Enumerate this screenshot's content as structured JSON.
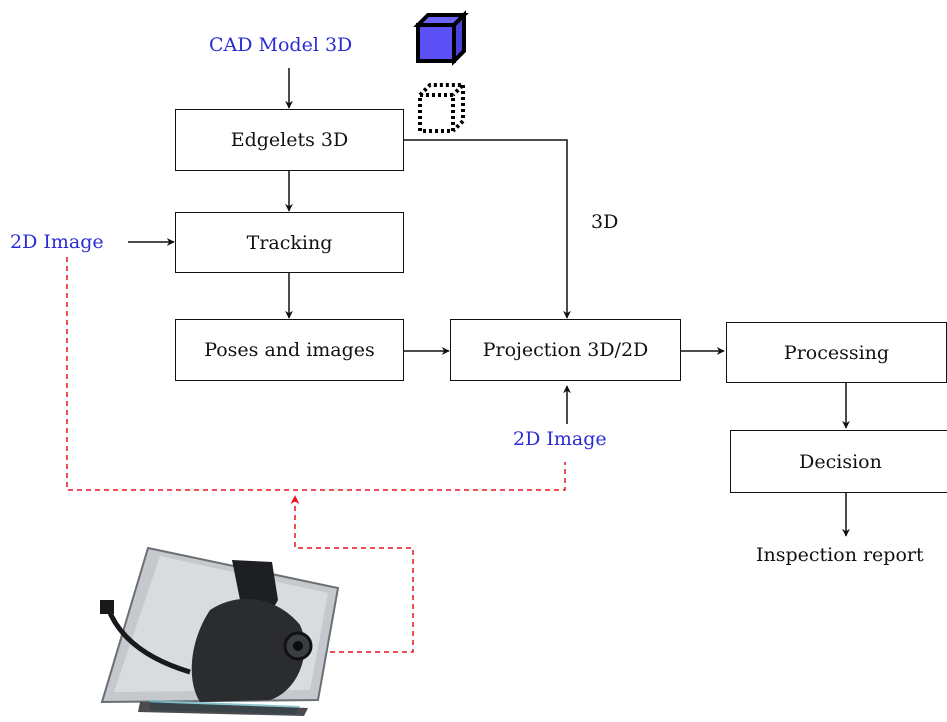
{
  "nodes": {
    "edgelets": "Edgelets 3D",
    "tracking": "Tracking",
    "poses": "Poses and images",
    "projection": "Projection 3D/2D",
    "processing": "Processing",
    "decision": "Decision"
  },
  "labels": {
    "cad_model": "CAD Model 3D",
    "image_left": "2D Image",
    "image_right": "2D Image",
    "three_d": "3D",
    "report": "Inspection report"
  },
  "icons": {
    "solid_cube": "solid-cube-icon",
    "dotted_cube": "dotted-cube-icon",
    "device": "tablet-camera-rig-image"
  },
  "colors": {
    "input_text": "#2b2bd6",
    "feedback_line": "#e8141e",
    "cube_fill": "#5a50f5",
    "stroke": "#111111"
  }
}
